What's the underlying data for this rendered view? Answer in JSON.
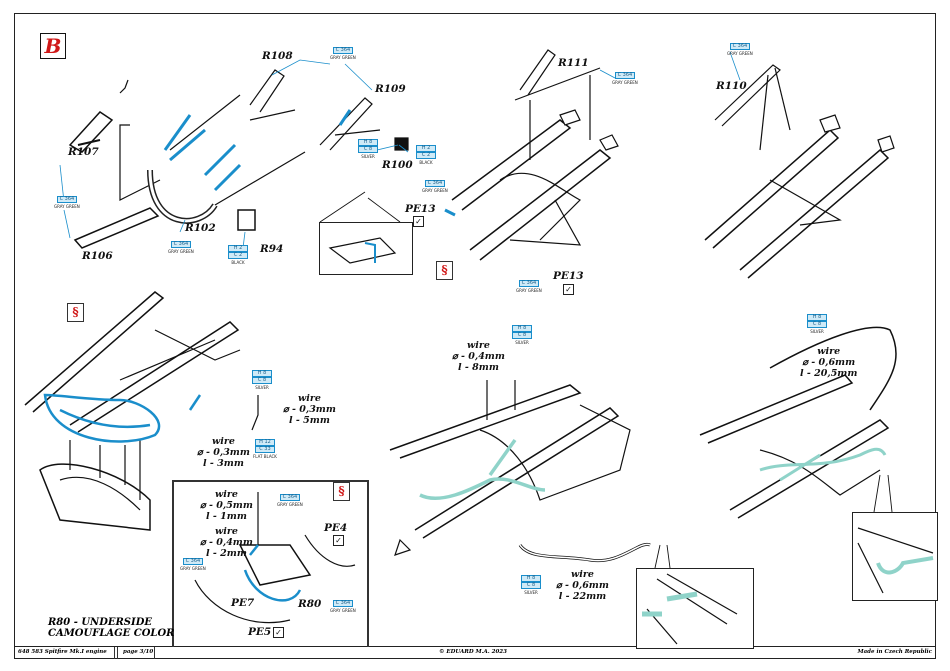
{
  "document": {
    "section_letter": "B",
    "footer": {
      "product": "648 583  Spitfire Mk.I engine",
      "page": "page 3/10",
      "copyright": "© EDUARD  M.A. 2023",
      "origin": "Made in Czech Republic"
    },
    "note": [
      "R80 - UNDERSIDE",
      "CAMOUFLAGE COLOR"
    ]
  },
  "parts": {
    "r106": "R106",
    "r107": "R107",
    "r108": "R108",
    "r109": "R109",
    "r100": "R100",
    "r102": "R102",
    "r94": "R94",
    "r111": "R111",
    "r110": "R110",
    "pe13a": "PE13",
    "pe13b": "PE13",
    "pe4": "PE4",
    "pe5": "PE5",
    "pe7": "PE7",
    "r80": "R80"
  },
  "paints": {
    "gray_green_code": "C 364",
    "gray_green_name": "GRAY GREEN",
    "silver_h": "H 8",
    "silver_c": "C 8",
    "silver_name": "SILVER",
    "black_h": "H 2",
    "black_c": "C 2",
    "black_name": "BLACK",
    "flat_black_h": "H 12",
    "flat_black_c": "C 33",
    "flat_black_name": "FLAT BLACK"
  },
  "wires": [
    {
      "title": "wire",
      "diameter": "⌀ - 0,3mm",
      "length": "l - 5mm"
    },
    {
      "title": "wire",
      "diameter": "⌀ - 0,3mm",
      "length": "l - 3mm"
    },
    {
      "title": "wire",
      "diameter": "⌀ - 0,4mm",
      "length": "l - 8mm"
    },
    {
      "title": "wire",
      "diameter": "⌀ - 0,6mm",
      "length": "l - 20,5mm"
    },
    {
      "title": "wire",
      "diameter": "⌀ - 0,5mm",
      "length": "l - 1mm"
    },
    {
      "title": "wire",
      "diameter": "⌀ - 0,4mm",
      "length": "l - 2mm"
    },
    {
      "title": "wire",
      "diameter": "⌀ - 0,6mm",
      "length": "l - 22mm"
    }
  ],
  "icons": {
    "bend": "bend-icon",
    "check": "check-icon"
  },
  "colors": {
    "accent_red": "#d01818",
    "paint_blue": "#1a8ecb",
    "wire_green": "#8fd3c9",
    "line": "#111111"
  }
}
